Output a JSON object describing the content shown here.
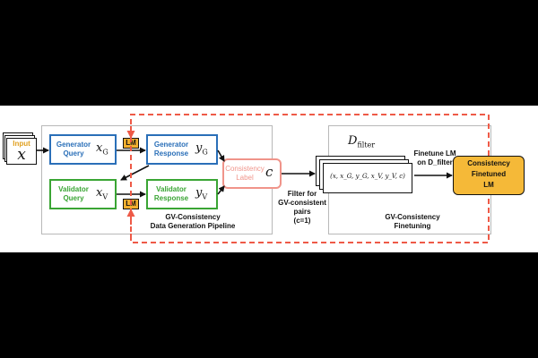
{
  "input": {
    "word": "Input",
    "symbol": "x"
  },
  "generator_query": {
    "line1": "Generator",
    "line2": "Query",
    "symbol": "x",
    "sub": "G"
  },
  "generator_response": {
    "line1": "Generator",
    "line2": "Response",
    "symbol": "y",
    "sub": "G"
  },
  "validator_query": {
    "line1": "Validator",
    "line2": "Query",
    "symbol": "x",
    "sub": "V"
  },
  "validator_response": {
    "line1": "Validator",
    "line2": "Response",
    "symbol": "y",
    "sub": "V"
  },
  "lm_label": "LM",
  "consistency_label": {
    "line1": "Consistency",
    "line2": "Label",
    "symbol": "c"
  },
  "pipeline_caption": {
    "line1": "GV-Consistency",
    "line2": "Data Generation Pipeline"
  },
  "filter_text": {
    "line1": "Filter for",
    "line2": "GV-consistent",
    "line3": "pairs",
    "line4": "(c=1)"
  },
  "dataset": {
    "name": "D",
    "sub": "filter",
    "tuple": "(x, x_G, y_G, x_V, y_V, c)"
  },
  "finetune_text": {
    "line1": "Finetune LM",
    "line2": "on D_filter"
  },
  "finetuning_caption": {
    "line1": "GV-Consistency",
    "line2": "Finetuning"
  },
  "result": {
    "line1": "Consistency",
    "line2": "Finetuned",
    "line3": "LM"
  },
  "colors": {
    "generator": "#2a6fb8",
    "validator": "#3aa534",
    "lm_badge": "#f2b02f",
    "consistency": "#f0948a",
    "feedback_arrow": "#ee5a47",
    "result_fill": "#f5b938",
    "panel_border": "#b8b8b8",
    "input_word": "#e0a020"
  }
}
